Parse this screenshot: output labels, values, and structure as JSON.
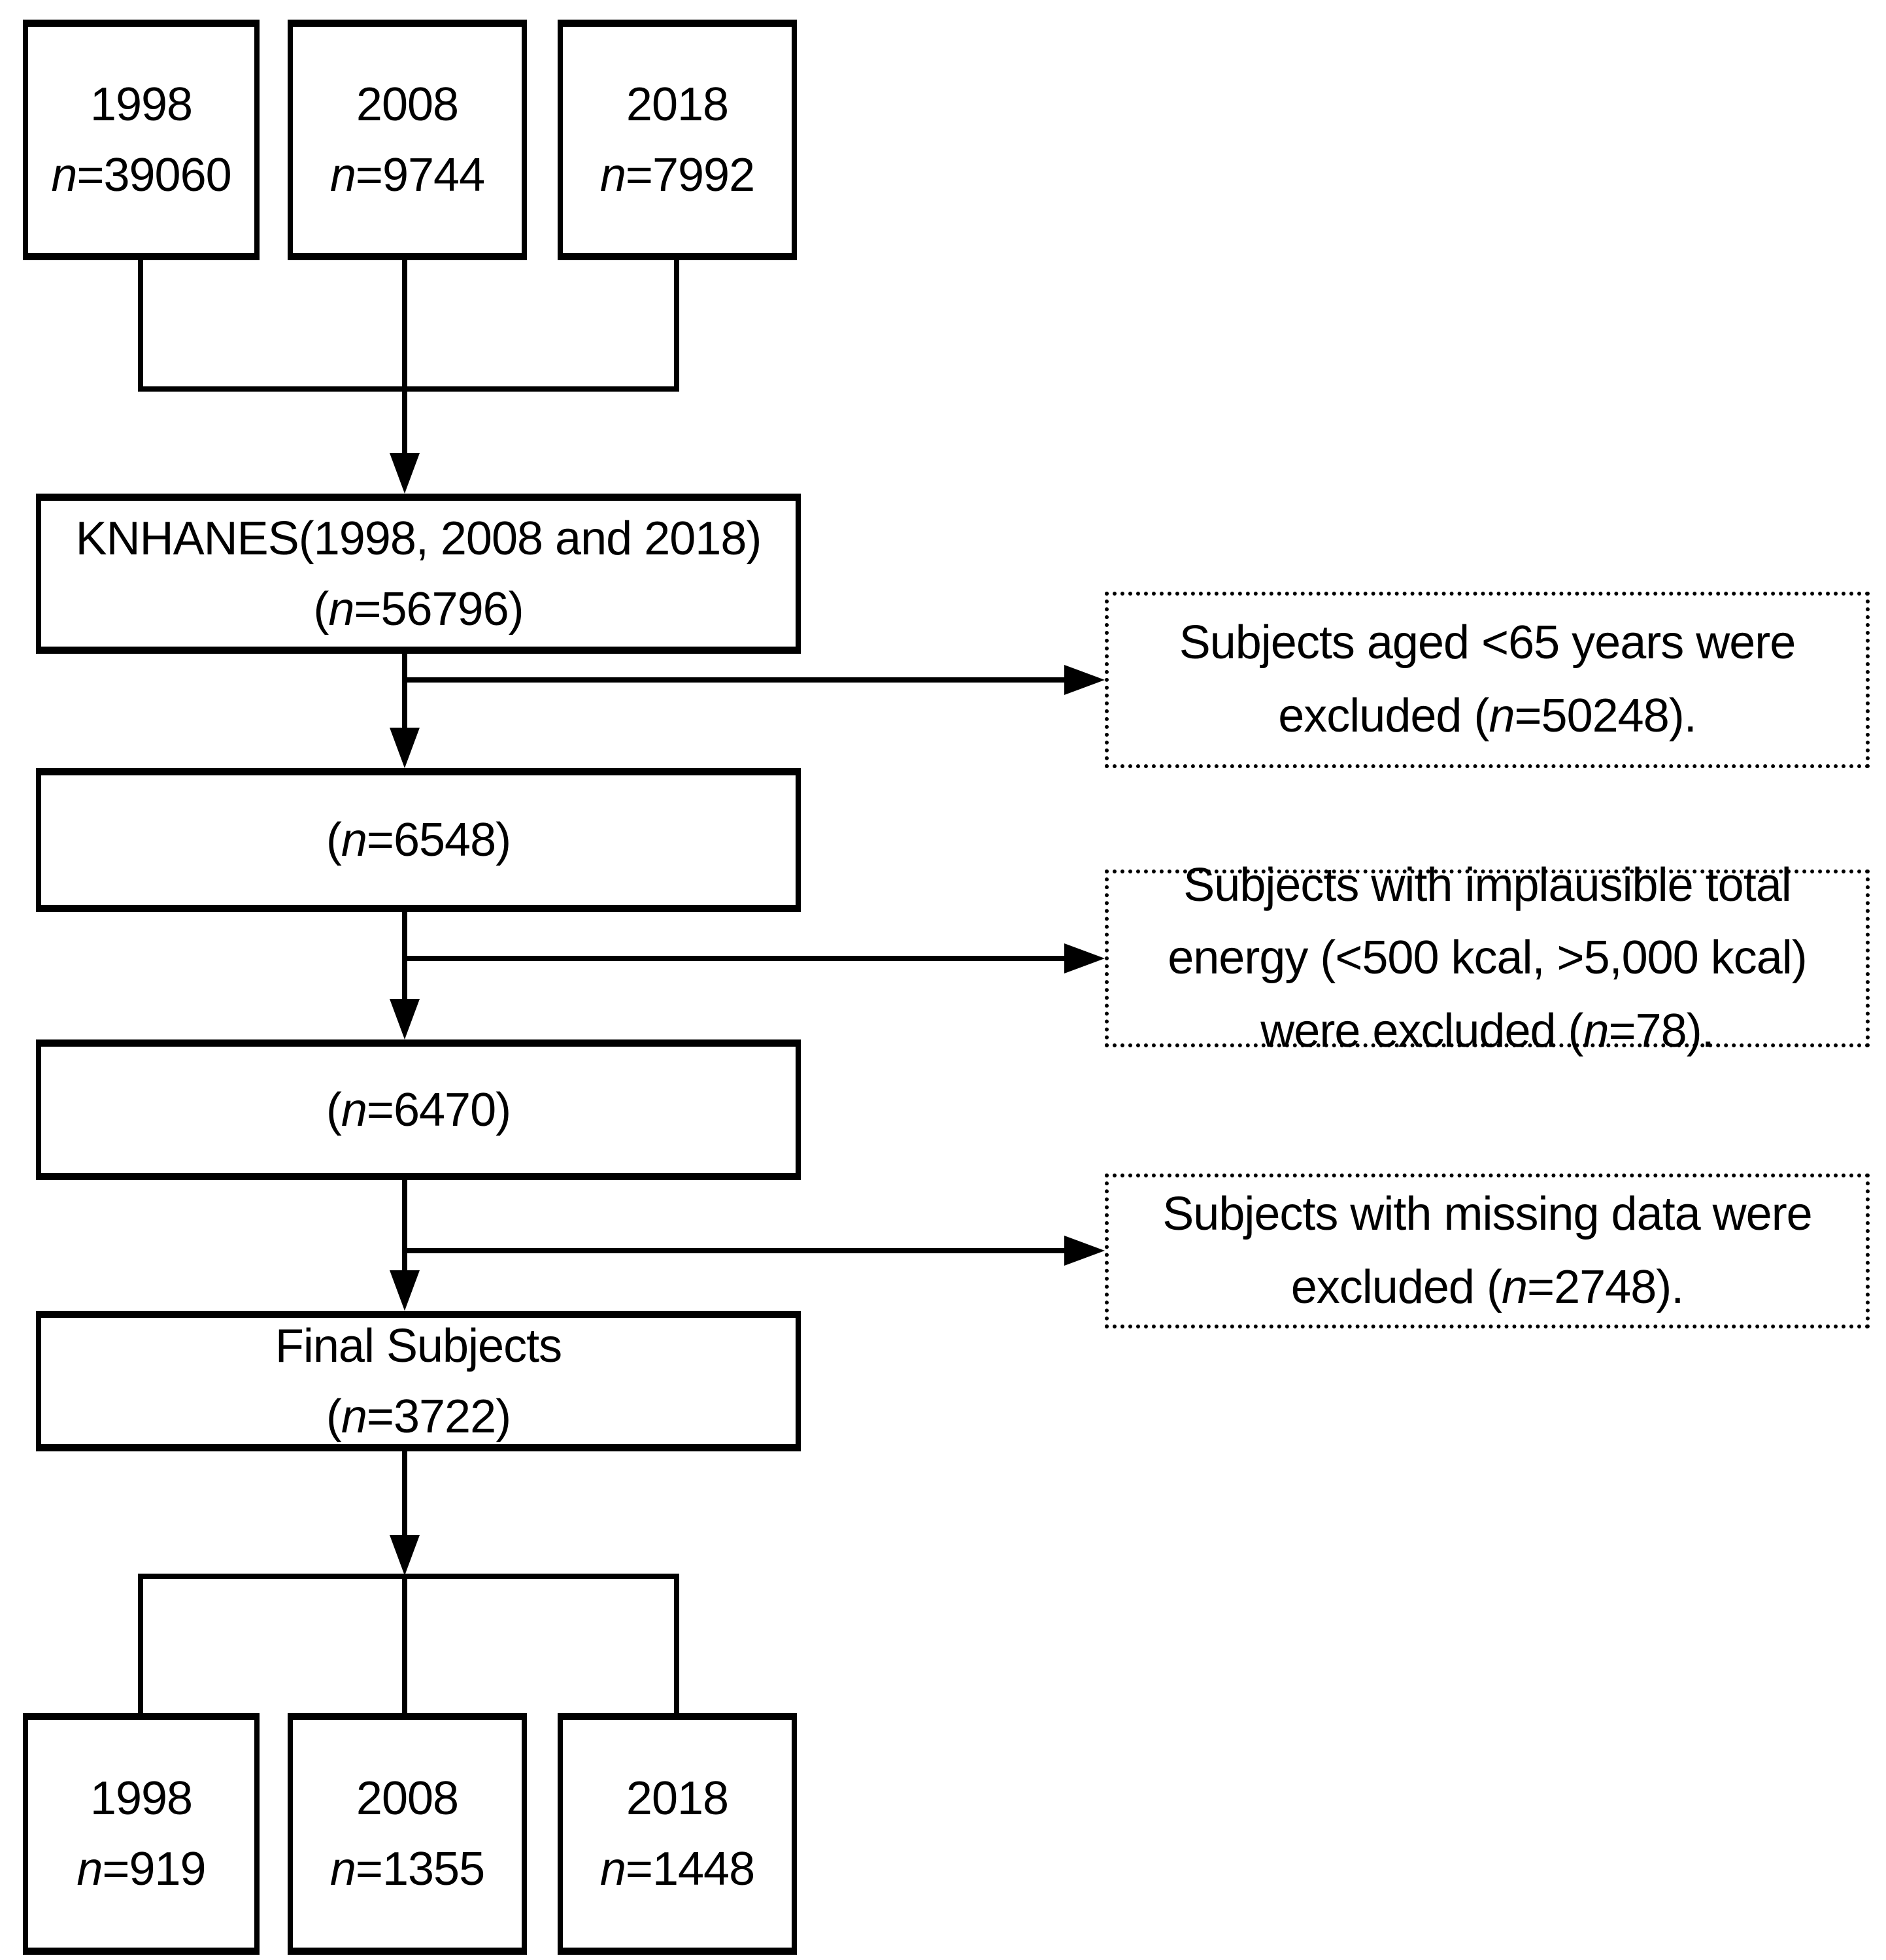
{
  "colors": {
    "line": "#000000",
    "background": "#ffffff",
    "text": "#000000"
  },
  "source_boxes": [
    {
      "year": "1998",
      "n_italic": "n",
      "n_rest": "=39060"
    },
    {
      "year": "2008",
      "n_italic": "n",
      "n_rest": "=9744"
    },
    {
      "year": "2018",
      "n_italic": "n",
      "n_rest": "=7992"
    }
  ],
  "pooled_box": {
    "title": "KNHANES(1998, 2008 and 2018)",
    "pre": "(",
    "n_italic": "n",
    "post": "=56796)"
  },
  "step_boxes": [
    {
      "pre": "(",
      "n_italic": "n",
      "post": "=6548)"
    },
    {
      "pre": "(",
      "n_italic": "n",
      "post": "=6470)"
    }
  ],
  "final_box": {
    "title": "Final Subjects",
    "pre": "(",
    "n_italic": "n",
    "post": "=3722)"
  },
  "exclusion_boxes": [
    {
      "pre": "Subjects aged <65 years were excluded (",
      "n_italic": "n",
      "post": "=50248)."
    },
    {
      "pre": "Subjects with implausible total energy (<500 kcal, >5,000 kcal) were excluded (",
      "n_italic": "n",
      "post": "=78)."
    },
    {
      "pre": "Subjects with missing data were excluded (",
      "n_italic": "n",
      "post": "=2748)."
    }
  ],
  "result_boxes": [
    {
      "year": "1998",
      "n_italic": "n",
      "n_rest": "=919"
    },
    {
      "year": "2008",
      "n_italic": "n",
      "n_rest": "=1355"
    },
    {
      "year": "2018",
      "n_italic": "n",
      "n_rest": "=1448"
    }
  ]
}
